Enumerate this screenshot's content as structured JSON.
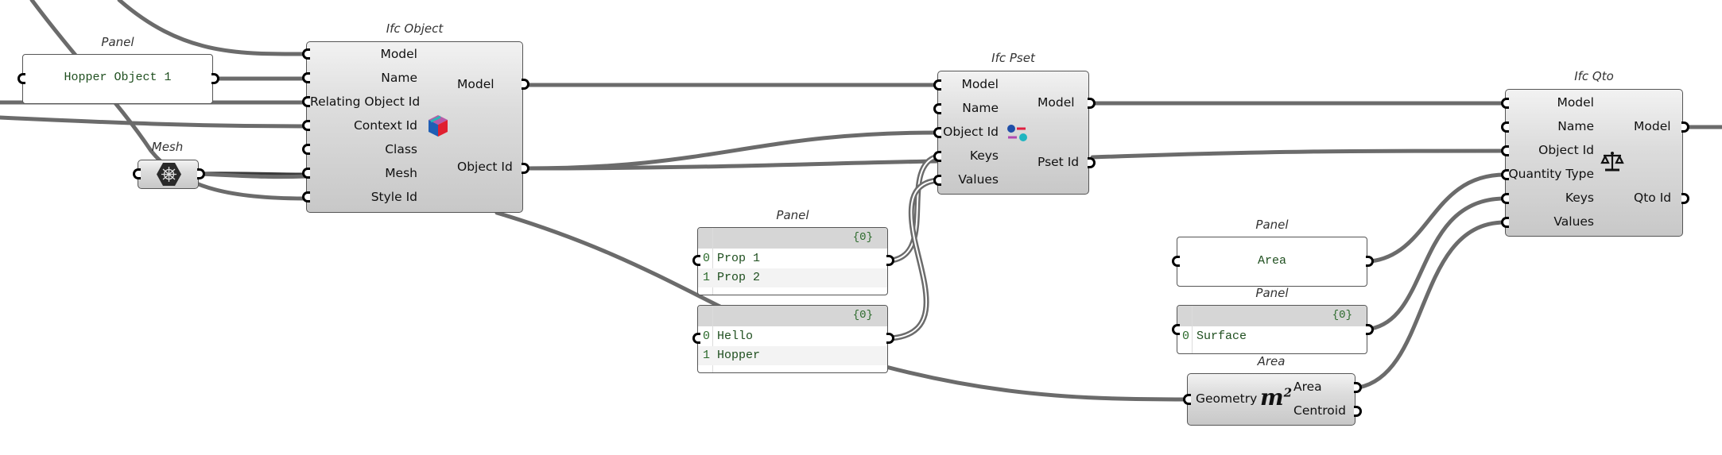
{
  "canvas": {
    "app": "Grasshopper"
  },
  "nodes": {
    "hopper_panel": {
      "title": "Panel",
      "text": "Hopper Object 1"
    },
    "mesh_param": {
      "title": "Mesh",
      "icon": "mesh-icon"
    },
    "ifc_object": {
      "title": "Ifc Object",
      "icon": "ifc-object-cube-icon",
      "inputs": [
        "Model",
        "Name",
        "Relating Object Id",
        "Context Id",
        "Class",
        "Mesh",
        "Style Id"
      ],
      "outputs": [
        "Model",
        "Object Id"
      ]
    },
    "keys_panel": {
      "title": "Panel",
      "path": "{0}",
      "items": [
        {
          "index": "0",
          "value": "Prop 1"
        },
        {
          "index": "1",
          "value": "Prop 2"
        }
      ]
    },
    "values_panel": {
      "title": "",
      "path": "{0}",
      "items": [
        {
          "index": "0",
          "value": "Hello"
        },
        {
          "index": "1",
          "value": "Hopper"
        }
      ]
    },
    "ifc_pset": {
      "title": "Ifc Pset",
      "icon": "pset-toggle-icon",
      "inputs": [
        "Model",
        "Name",
        "Object Id",
        "Keys",
        "Values"
      ],
      "outputs": [
        "Model",
        "Pset Id"
      ]
    },
    "area_text_panel": {
      "title": "Panel",
      "text": "Area"
    },
    "surface_panel": {
      "title": "Panel",
      "path": "{0}",
      "items": [
        {
          "index": "0",
          "value": "Surface"
        }
      ]
    },
    "area_comp": {
      "title": "Area",
      "icon": "m-squared-icon",
      "icon_text": "m",
      "icon_sup": "2",
      "inputs": [
        "Geometry"
      ],
      "outputs": [
        "Area",
        "Centroid"
      ]
    },
    "ifc_qto": {
      "title": "Ifc Qto",
      "icon": "scale-balance-icon",
      "inputs": [
        "Model",
        "Name",
        "Object Id",
        "Quantity Type",
        "Keys",
        "Values"
      ],
      "outputs": [
        "Model",
        "Qto Id"
      ]
    }
  },
  "colors": {
    "wire": "#6b6b6b",
    "panel_text": "#1f4f1f",
    "panel_header": "#d6d6d6"
  }
}
